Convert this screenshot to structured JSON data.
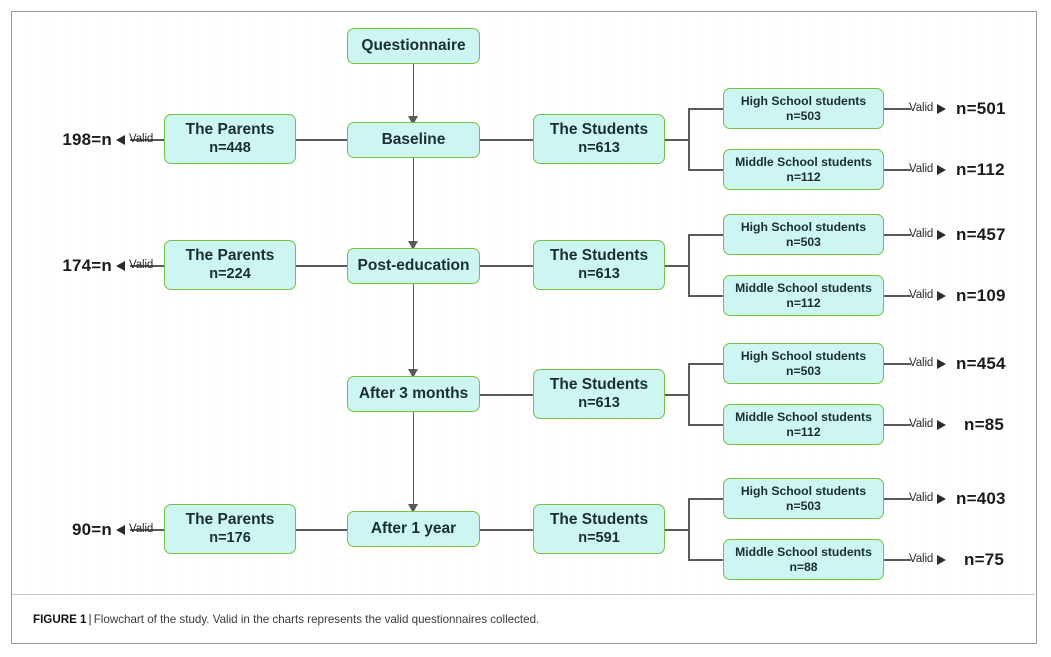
{
  "figure": {
    "caption_label": "FIGURE 1",
    "caption_separator": "|",
    "caption_text": "Flowchart of the study. Valid in the charts represents the valid questionnaires collected."
  },
  "colors": {
    "box_fill": "#cdf5f2",
    "box_border": "#77c043",
    "connector": "#58595b",
    "text": "#1b2d34",
    "frame": "#9a9a9a"
  },
  "labels": {
    "valid": "Valid"
  },
  "root": {
    "title": "Questionnaire"
  },
  "rows": [
    {
      "stage": "Baseline",
      "parents": {
        "title": "The Parents",
        "count": "n=448",
        "valid_label": "Valid",
        "valid_value": "198=n"
      },
      "students": {
        "title": "The Students",
        "count": "n=613"
      },
      "schools": [
        {
          "title": "High School students",
          "count": "n=503",
          "valid_label": "Valid",
          "valid_value": "n=501"
        },
        {
          "title": "Middle School students",
          "count": "n=112",
          "valid_label": "Valid",
          "valid_value": "n=112"
        }
      ]
    },
    {
      "stage": "Post-education",
      "parents": {
        "title": "The Parents",
        "count": "n=224",
        "valid_label": "Valid",
        "valid_value": "174=n"
      },
      "students": {
        "title": "The Students",
        "count": "n=613"
      },
      "schools": [
        {
          "title": "High School students",
          "count": "n=503",
          "valid_label": "Valid",
          "valid_value": "n=457"
        },
        {
          "title": "Middle School students",
          "count": "n=112",
          "valid_label": "Valid",
          "valid_value": "n=109"
        }
      ]
    },
    {
      "stage": "After 3 months",
      "parents": null,
      "students": {
        "title": "The Students",
        "count": "n=613"
      },
      "schools": [
        {
          "title": "High School students",
          "count": "n=503",
          "valid_label": "Valid",
          "valid_value": "n=454"
        },
        {
          "title": "Middle School students",
          "count": "n=112",
          "valid_label": "Valid",
          "valid_value": "n=85"
        }
      ]
    },
    {
      "stage": "After 1 year",
      "parents": {
        "title": "The Parents",
        "count": "n=176",
        "valid_label": "Valid",
        "valid_value": "90=n"
      },
      "students": {
        "title": "The Students",
        "count": "n=591"
      },
      "schools": [
        {
          "title": "High School students",
          "count": "n=503",
          "valid_label": "Valid",
          "valid_value": "n=403"
        },
        {
          "title": "Middle School students",
          "count": "n=88",
          "valid_label": "Valid",
          "valid_value": "n=75"
        }
      ]
    }
  ],
  "chart_data": {
    "type": "diagram",
    "title": "Flowchart of the study",
    "nodes": [
      {
        "id": "questionnaire",
        "label": "Questionnaire"
      },
      {
        "id": "baseline",
        "label": "Baseline"
      },
      {
        "id": "baseline-parents",
        "label": "The Parents",
        "n": 448,
        "valid": 198
      },
      {
        "id": "baseline-students",
        "label": "The Students",
        "n": 613
      },
      {
        "id": "baseline-high",
        "label": "High School students",
        "n": 503,
        "valid": 501
      },
      {
        "id": "baseline-middle",
        "label": "Middle School students",
        "n": 112,
        "valid": 112
      },
      {
        "id": "post",
        "label": "Post-education"
      },
      {
        "id": "post-parents",
        "label": "The Parents",
        "n": 224,
        "valid": 174
      },
      {
        "id": "post-students",
        "label": "The Students",
        "n": 613
      },
      {
        "id": "post-high",
        "label": "High School students",
        "n": 503,
        "valid": 457
      },
      {
        "id": "post-middle",
        "label": "Middle School students",
        "n": 112,
        "valid": 109
      },
      {
        "id": "m3",
        "label": "After 3 months"
      },
      {
        "id": "m3-students",
        "label": "The Students",
        "n": 613
      },
      {
        "id": "m3-high",
        "label": "High School students",
        "n": 503,
        "valid": 454
      },
      {
        "id": "m3-middle",
        "label": "Middle School students",
        "n": 112,
        "valid": 85
      },
      {
        "id": "y1",
        "label": "After 1 year"
      },
      {
        "id": "y1-parents",
        "label": "The Parents",
        "n": 176,
        "valid": 90
      },
      {
        "id": "y1-students",
        "label": "The Students",
        "n": 591
      },
      {
        "id": "y1-high",
        "label": "High School students",
        "n": 503,
        "valid": 403
      },
      {
        "id": "y1-middle",
        "label": "Middle School students",
        "n": 88,
        "valid": 75
      }
    ]
  }
}
